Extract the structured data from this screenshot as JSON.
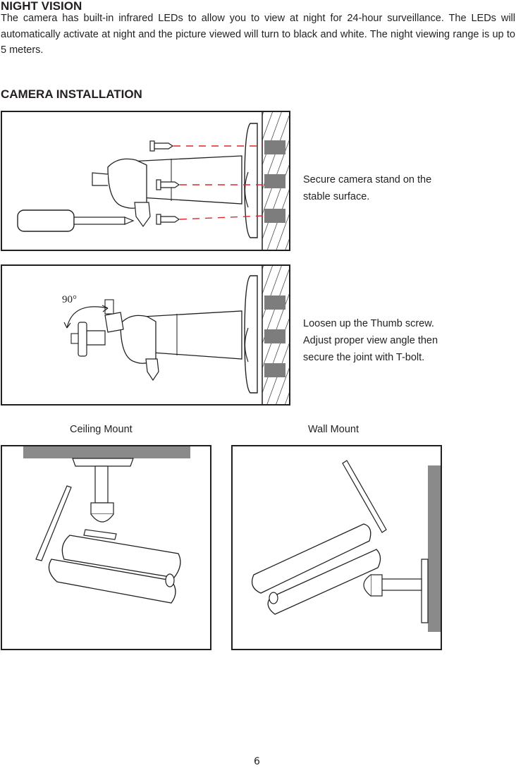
{
  "night_vision": {
    "heading": "NIGHT VISION",
    "paragraph": "The camera has built-in infrared LEDs to allow you to view at night for 24-hour surveillance. The LEDs will automatically activate at night and the picture viewed will turn to black and white. The night viewing range is up to 5 meters."
  },
  "installation": {
    "heading": "CAMERA INSTALLATION",
    "steps": [
      {
        "caption_lines": [
          "Secure camera stand on the",
          "stable surface."
        ]
      },
      {
        "caption_lines": [
          "Loosen up the Thumb screw.",
          "Adjust proper view angle then",
          "secure the joint with T-bolt."
        ],
        "angle_label": "90°"
      }
    ],
    "mounts": [
      {
        "label": "Ceiling Mount"
      },
      {
        "label": "Wall Mount"
      }
    ]
  },
  "page_number": "6",
  "colors": {
    "text": "#231f20",
    "guide_line": "#e0262a",
    "wall_gray": "#8a8a8a"
  }
}
